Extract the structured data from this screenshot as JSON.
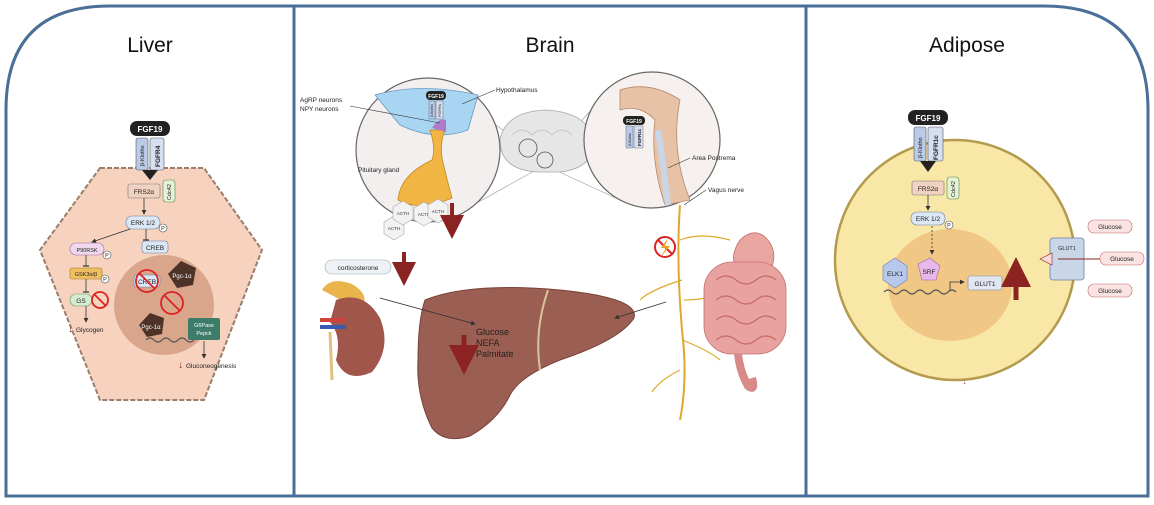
{
  "panels": {
    "liver": {
      "title": "Liver",
      "hormone": "FGF19",
      "receptor": "FGFR4",
      "coreceptor": "β-Klotho",
      "adapter": "FRS2α",
      "adapter_partner": "Cdc42",
      "erk": "ERK 1/2",
      "phospho": "P",
      "p90rsk": "P90RSK",
      "creb": "CREB",
      "creb_nucleus": "CREB",
      "gsk": "GSK3α/β",
      "gs": "GS",
      "pgc_cyto": "Pgc-1α",
      "pgc_nucleus": "Pgc-1α",
      "g6pase": "G6Pase",
      "pepck": "Pepck",
      "glycogen": "Glycogen",
      "gluconeogenesis": "Gluconeogenesis"
    },
    "brain": {
      "title": "Brain",
      "agrp": "AgRP neurons",
      "npy": "NPY neurons",
      "hypothalamus": "Hypothalamus",
      "hormone_left": "FGF19",
      "receptor_left": "FGFRs",
      "coreceptor_left": "β-Klotho",
      "pituitary": "Pituitary gland",
      "acth": [
        "ACTH",
        "ACTH",
        "ACTH",
        "ACTH"
      ],
      "corticosterone": "corticosterone",
      "hormone_right": "FGF19",
      "receptor_right": "FGFR1c",
      "coreceptor_right": "β-Klotho",
      "area_postrema": "Area Postrema",
      "vagus": "Vagus nerve",
      "metabolites": [
        "Glucose",
        "NEFA",
        "Palmitate"
      ]
    },
    "adipose": {
      "title": "Adipose",
      "hormone": "FGF19",
      "receptor": "FGFR1c",
      "coreceptor": "β-Klotho",
      "adapter": "FRS2α",
      "adapter_partner": "Cdc42",
      "erk": "ERK 1/2",
      "phospho": "P",
      "elk1": "ELK1",
      "srf": "SRF",
      "glut1_gene": "GLUT1",
      "glut1_membrane": "GLUT1",
      "glucose": [
        "Glucose",
        "Glucose",
        "Glucose"
      ]
    }
  },
  "colors": {
    "border": "#4a6f98",
    "liver_cell": "#f6d2bf",
    "liver_nucleus": "#d9a68c",
    "adipose_cell": "#f8e7a6",
    "adipose_border": "#b49a4c",
    "adipose_nucleus": "#f0c785",
    "liver_organ": "#9b5e52",
    "arrow_red": "#8b2323",
    "hypothalamus": "#a8d5f2",
    "pituitary": "#f1b544",
    "nerve": "#e0a82b"
  }
}
